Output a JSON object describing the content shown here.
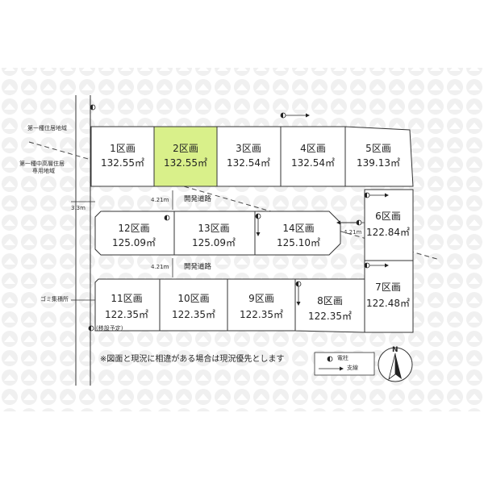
{
  "zone_labels": {
    "upper": "第一種住居地域",
    "lower_line1": "第一種中高層住居",
    "lower_line2": "専用地域"
  },
  "road_width_side": "3.3m",
  "dev_roads": [
    {
      "width": "4.21m",
      "label": "開発道路"
    },
    {
      "width": "4.21m",
      "label": "開発道路"
    }
  ],
  "stub_width": "4.21m",
  "garbage_label": "ゴミ集積所",
  "pole_note": "(移設予定)",
  "note": "※図面と現況に相違がある場合は現況優先とします",
  "legend": {
    "pole": "電柱",
    "guy": "支線"
  },
  "north": "N",
  "highlight_color": "#d9f08a",
  "lots": [
    {
      "name": "1区画",
      "area": "132.55㎡",
      "highlight": false
    },
    {
      "name": "2区画",
      "area": "132.55㎡",
      "highlight": true
    },
    {
      "name": "3区画",
      "area": "132.54㎡",
      "highlight": false
    },
    {
      "name": "4区画",
      "area": "132.54㎡",
      "highlight": false
    },
    {
      "name": "5区画",
      "area": "139.13㎡",
      "highlight": false
    },
    {
      "name": "6区画",
      "area": "122.84㎡",
      "highlight": false
    },
    {
      "name": "7区画",
      "area": "122.48㎡",
      "highlight": false
    },
    {
      "name": "8区画",
      "area": "122.35㎡",
      "highlight": false
    },
    {
      "name": "9区画",
      "area": "122.35㎡",
      "highlight": false
    },
    {
      "name": "10区画",
      "area": "122.35㎡",
      "highlight": false
    },
    {
      "name": "11区画",
      "area": "122.35㎡",
      "highlight": false
    },
    {
      "name": "12区画",
      "area": "125.09㎡",
      "highlight": false
    },
    {
      "name": "13区画",
      "area": "125.09㎡",
      "highlight": false
    },
    {
      "name": "14区画",
      "area": "125.10㎡",
      "highlight": false
    }
  ]
}
